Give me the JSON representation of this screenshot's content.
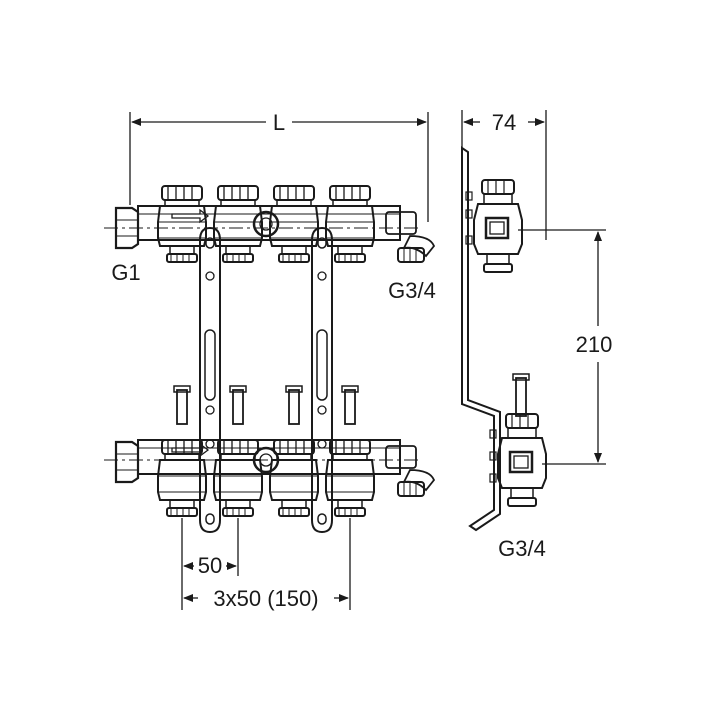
{
  "labels": {
    "length": "L",
    "side_depth": "74",
    "inlet_thread": "G1",
    "top_outlet_thread": "G3/4",
    "side_outlet_thread": "G3/4",
    "height": "210",
    "spacing": "50",
    "total_spacing": "3x50 (150)"
  },
  "colors": {
    "line": "#1a1a1a",
    "background": "#ffffff"
  }
}
